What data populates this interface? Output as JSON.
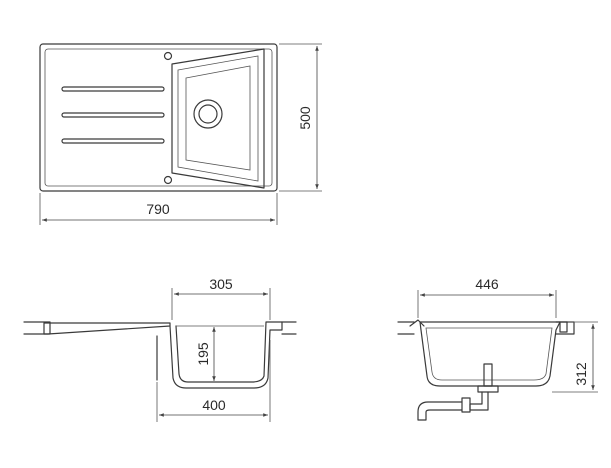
{
  "dimensions": {
    "top_width": "790",
    "top_height": "500",
    "front_bowl_width": "305",
    "front_bowl_depth": "195",
    "front_cabinet_width": "400",
    "side_width": "446",
    "side_height": "312"
  },
  "colors": {
    "line": "#3a3a3a",
    "background": "#ffffff"
  }
}
